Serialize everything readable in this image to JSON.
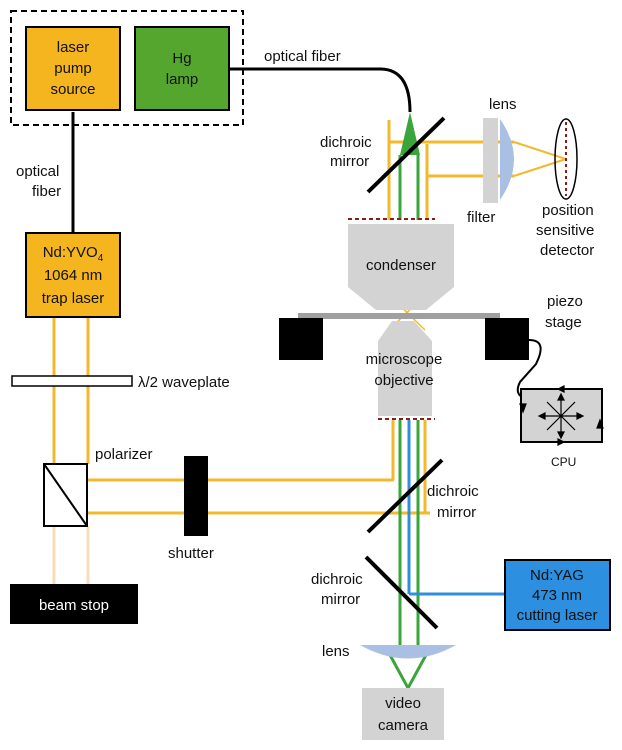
{
  "colors": {
    "trap_beam": "#f2b92e",
    "trap_beam_faded": "#f6dcb8",
    "fluor_beam": "#3aa53a",
    "cut_beam": "#2f8ede",
    "laser_box": "#f5b51e",
    "hg_box": "#55a62f",
    "cut_box": "#2c8fe0",
    "gray_part": "#d3d3d3",
    "lens_blue": "#a9bfe4",
    "detector_red": "#8b1c1c",
    "black": "#000000"
  },
  "labels": {
    "laser_pump": [
      "laser",
      "pump",
      "source"
    ],
    "hg_lamp": [
      "Hg",
      "lamp"
    ],
    "optical_fiber_top": "optical fiber",
    "optical_fiber_left": [
      "optical",
      "fiber"
    ],
    "trap_laser": [
      "Nd:YVO4",
      "1064 nm",
      "trap laser"
    ],
    "waveplate": "λ/2 waveplate",
    "polarizer": "polarizer",
    "shutter": "shutter",
    "beam_stop": "beam stop",
    "dichroic_top": [
      "dichroic",
      "mirror"
    ],
    "lens_top": "lens",
    "filter": "filter",
    "psd": [
      "position",
      "sensitive",
      "detector"
    ],
    "condenser": "condenser",
    "piezo": [
      "piezo",
      "stage"
    ],
    "objective": [
      "microscope",
      "objective"
    ],
    "cpu": "CPU",
    "dichroic_mid": [
      "dichroic",
      "mirror"
    ],
    "dichroic_low": [
      "dichroic",
      "mirror"
    ],
    "cut_laser": [
      "Nd:YAG",
      "473 nm",
      "cutting laser"
    ],
    "lens_bottom": "lens",
    "camera": [
      "video",
      "camera"
    ]
  }
}
